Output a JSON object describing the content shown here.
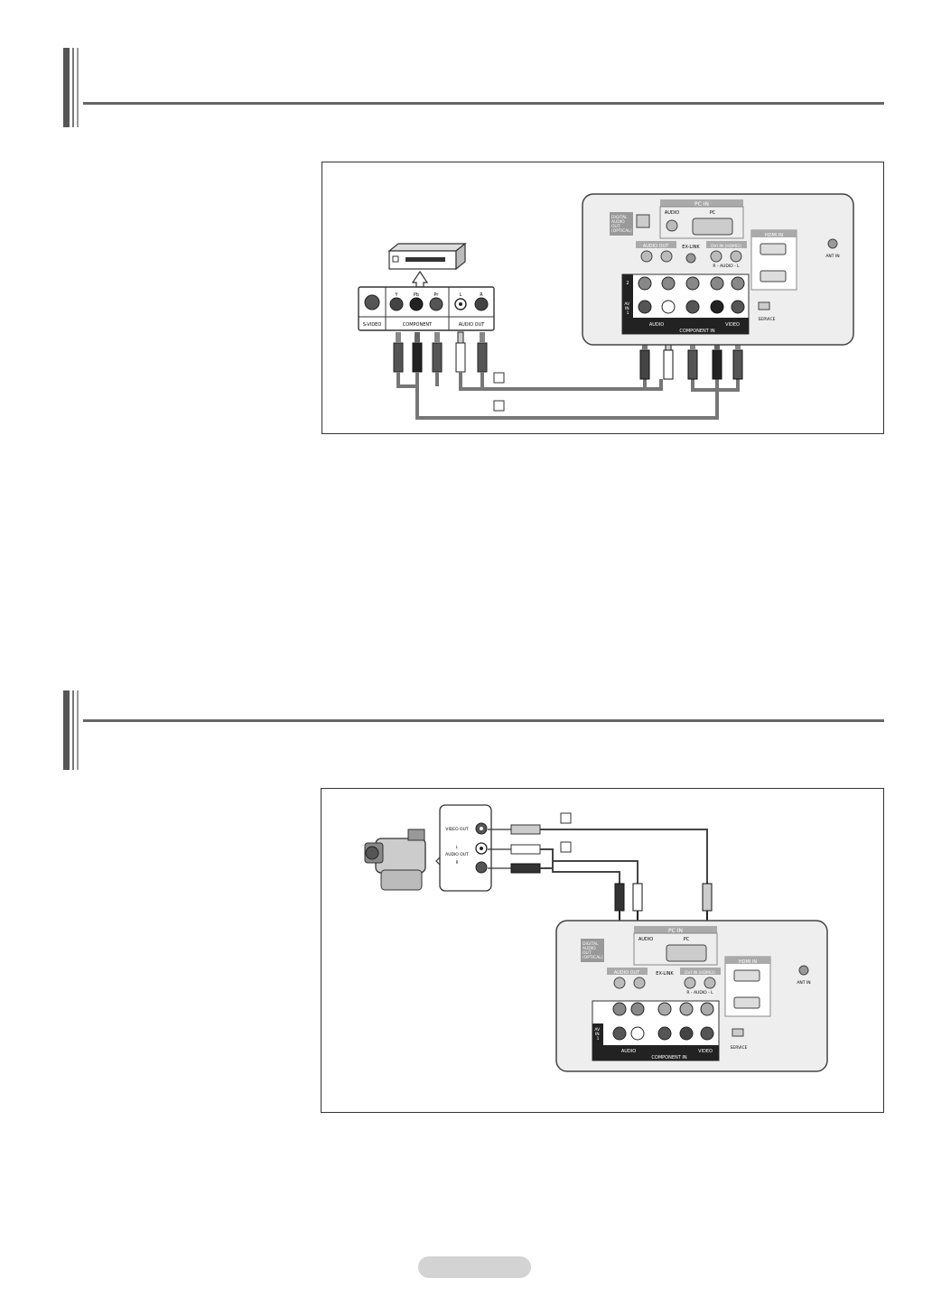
{
  "fig1": {
    "panel_labels": {
      "pc_in": "PC IN",
      "audio": "AUDIO",
      "pc": "PC",
      "digital_audio_out": [
        "DIGITAL",
        "AUDIO",
        "OUT",
        "(OPTICAL)"
      ],
      "hdmi_in": "HDMI IN",
      "audio_out": "AUDIO OUT",
      "ex_link": "EX-LINK",
      "dvi_in": "DVI IN (HDMI2)",
      "audio_rl": "R - AUDIO - L",
      "ant_in": "ANT IN",
      "service": "SERVICE",
      "av_in": [
        "AV",
        "IN",
        "1"
      ],
      "component_in": "COMPONENT IN",
      "video": "VIDEO",
      "row2": "2"
    },
    "device_labels": {
      "svideo": "S-VIDEO",
      "component": "COMPONENT",
      "audio_out": "AUDIO OUT",
      "y": "Y",
      "pb": "Pb",
      "pr": "Pr",
      "l": "L",
      "r": "R"
    }
  },
  "fig2": {
    "panel_labels": {
      "pc_in": "PC IN",
      "audio": "AUDIO",
      "pc": "PC",
      "digital_audio_out": [
        "DIGITAL",
        "AUDIO",
        "OUT",
        "(OPTICAL)"
      ],
      "hdmi_in": "HDMI IN",
      "audio_out": "AUDIO OUT",
      "ex_link": "EX-LINK",
      "dvi_in": "DVI IN (HDMI2)",
      "audio_rl": "R - AUDIO - L",
      "ant_in": "ANT IN",
      "service": "SERVICE",
      "av_in": [
        "AV",
        "IN",
        "1"
      ],
      "component_in": "COMPONENT IN",
      "video": "VIDEO"
    },
    "camcorder_labels": {
      "video_out": "VIDEO OUT",
      "audio_out": "AUDIO OUT",
      "l": "L",
      "r": "R"
    }
  }
}
